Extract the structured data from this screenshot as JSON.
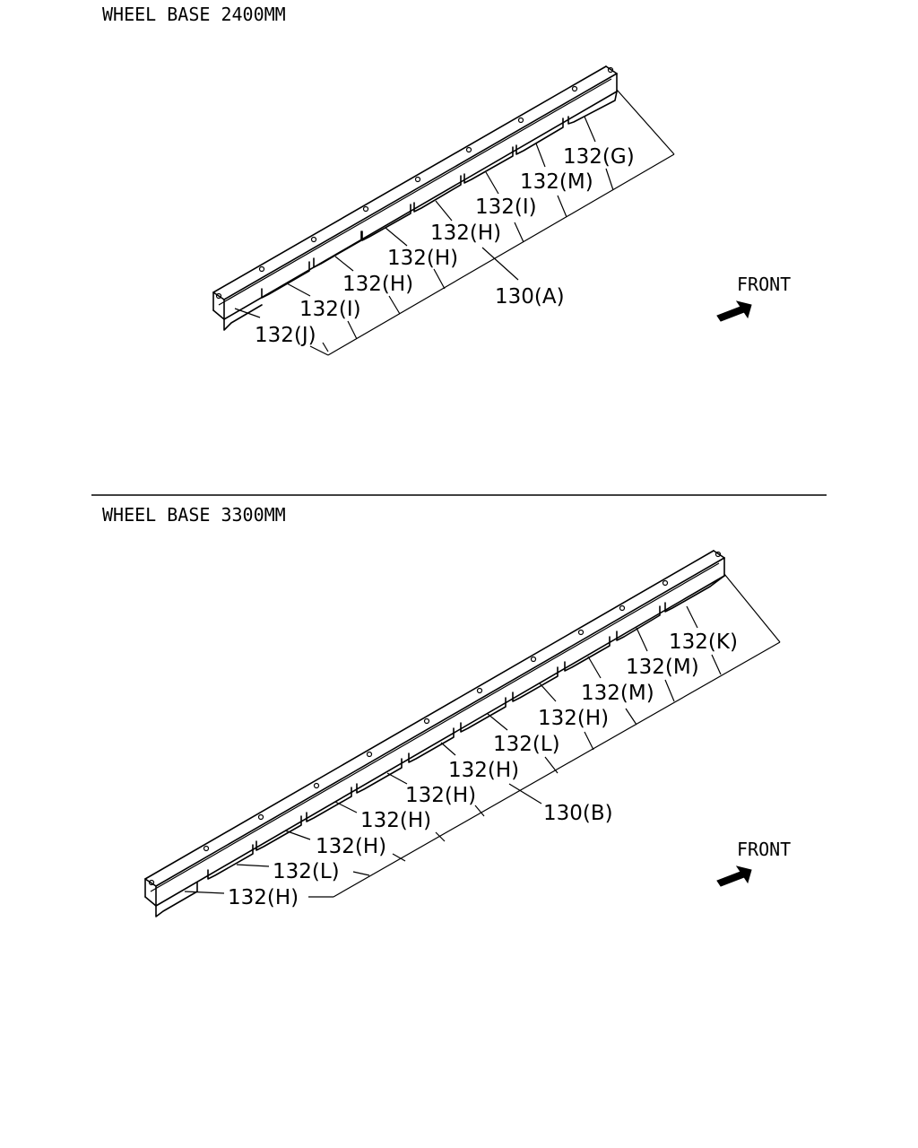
{
  "colors": {
    "ink": "#000000",
    "paper": "#ffffff"
  },
  "diagram": {
    "section_a": {
      "heading": "WHEEL BASE 2400MM",
      "front_label": "FRONT",
      "front_icon": "front-arrow-icon",
      "assembly_label": "130(A)",
      "callouts": [
        "132(G)",
        "132(M)",
        "132(I)",
        "132(H)",
        "132(H)",
        "132(H)",
        "132(I)",
        "132(J)"
      ]
    },
    "section_b": {
      "heading": "WHEEL BASE 3300MM",
      "front_label": "FRONT",
      "front_icon": "front-arrow-icon",
      "assembly_label": "130(B)",
      "callouts": [
        "132(K)",
        "132(M)",
        "132(M)",
        "132(H)",
        "132(L)",
        "132(H)",
        "132(H)",
        "132(H)",
        "132(H)",
        "132(L)",
        "132(H)"
      ]
    }
  }
}
